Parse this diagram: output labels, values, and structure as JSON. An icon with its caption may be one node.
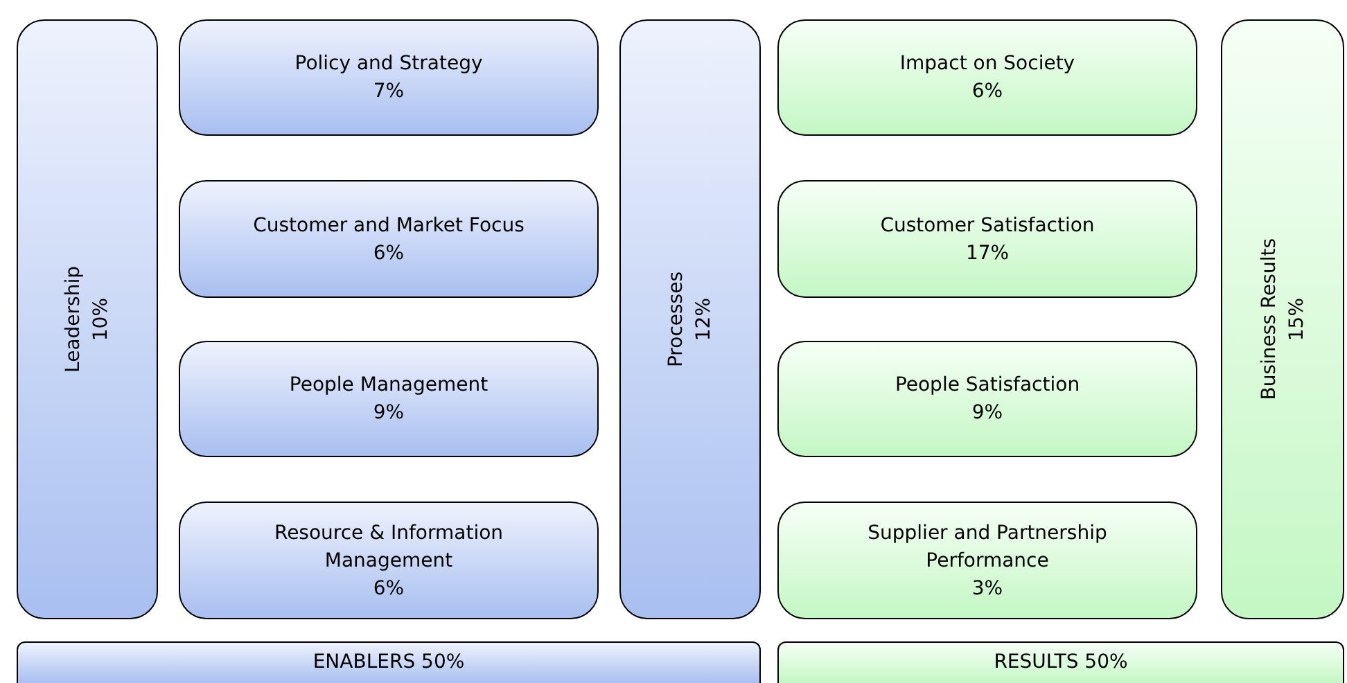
{
  "diagram": {
    "nodes": [
      {
        "text": [
          "Leadership",
          "10%"
        ]
      },
      {
        "text": [
          "Policy and Strategy",
          "7%"
        ]
      },
      {
        "text": [
          "Customer and Market Focus",
          "6%"
        ]
      },
      {
        "text": [
          "People Management",
          "9%"
        ]
      },
      {
        "text": [
          "Resource & Information Management",
          "6%"
        ]
      },
      {
        "text": [
          "Processes",
          "12%"
        ]
      },
      {
        "text": [
          "Impact on Society",
          "6%"
        ]
      },
      {
        "text": [
          "Customer Satisfaction",
          "17%"
        ]
      },
      {
        "text": [
          "People Satisfaction",
          "9%"
        ]
      },
      {
        "text": [
          "Supplier and Partnership Performance",
          "3%"
        ]
      },
      {
        "text": [
          "Business Results",
          "15%"
        ]
      },
      {
        "text": [
          "ENABLERS 50%"
        ]
      },
      {
        "text": [
          "RESULTS 50%"
        ]
      }
    ]
  }
}
